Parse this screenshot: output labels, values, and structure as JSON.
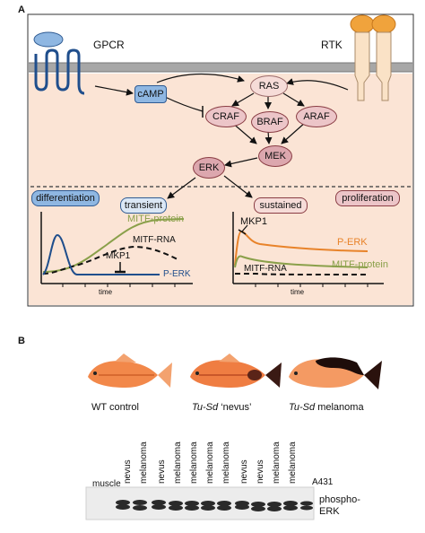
{
  "panel_a": {
    "letter": "A",
    "gpcr": "GPCR",
    "rtk": "RTK",
    "nodes": {
      "camp": "cAMP",
      "ras": "RAS",
      "craf": "CRAF",
      "braf": "BRAF",
      "araf": "ARAF",
      "mek": "MEK",
      "erk": "ERK"
    },
    "outcomes": {
      "differentiation": "differentiation",
      "transient": "transient",
      "sustained": "sustained",
      "proliferation": "proliferation"
    },
    "left_plot": {
      "mitf_protein": "MITF-protein",
      "mitf_rna": "MITF-RNA",
      "mkp1": "MKP1",
      "perk": "P-ERK",
      "xlabel": "time"
    },
    "right_plot": {
      "mkp1": "MKP1",
      "perk": "P-ERK",
      "mitf_rna": "MITF-RNA",
      "mitf_protein": "MITF-protein",
      "xlabel": "time"
    },
    "colors": {
      "membrane": "#9e9e9e",
      "pink_bg": "#fbe4d5",
      "node_pink": "#ecc5c8",
      "node_border": "#8a3d44",
      "blue_box": "#8fb7e2",
      "blue_border": "#2f5b93",
      "gpcr_blue": "#1f4e8c",
      "rtk_orange": "#f0a33c",
      "perk_blue": "#1f4e8c",
      "mitf_green": "#8aa04a",
      "perk_orange": "#e8832a"
    }
  },
  "panel_b": {
    "letter": "B",
    "fish_captions": {
      "wt": "WT control",
      "nevus_italic": "Tu-Sd",
      "nevus_rest": " ‘nevus’",
      "mel_italic": "Tu-Sd",
      "mel_rest": " melanoma"
    },
    "lanes": [
      "muscle",
      "nevus",
      "melanoma",
      "nevus",
      "melanoma",
      "melanoma",
      "melanoma",
      "melanoma",
      "nevus",
      "nevus",
      "melanoma",
      "melanoma",
      "A431"
    ],
    "blot_label_line1": "phospho-",
    "blot_label_line2": "ERK"
  }
}
